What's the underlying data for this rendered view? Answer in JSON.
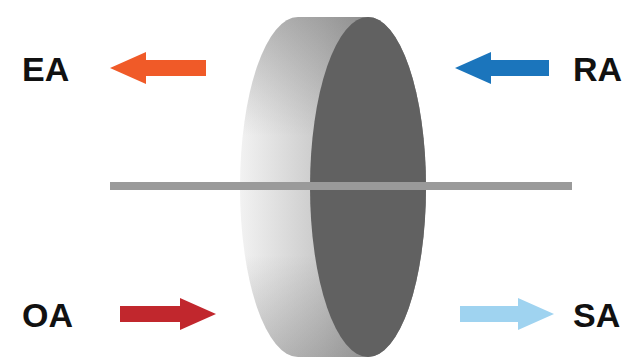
{
  "diagram": {
    "labels": [
      "EA",
      "RA",
      "OA",
      "SA"
    ]
  }
}
